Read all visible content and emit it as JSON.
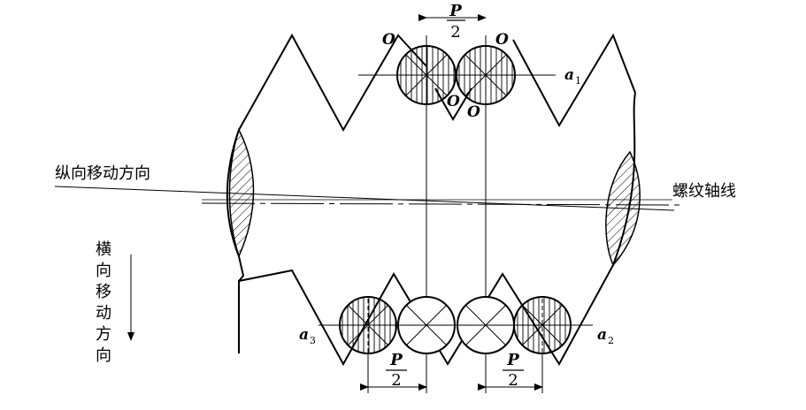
{
  "labels": {
    "longitudinal": "纵向移动方向",
    "thread_axis": "螺纹轴线",
    "transverse": [
      "横",
      "向",
      "移",
      "动",
      "方",
      "向"
    ],
    "p_top": "P",
    "two_top": "2",
    "p_bl": "P",
    "two_bl": "2",
    "p_br": "P",
    "two_br": "2",
    "o1": "O",
    "o2": "O",
    "o3": "O",
    "o4": "O",
    "a1": "a",
    "a1_sub": "1",
    "a2": "a",
    "a2_sub": "2",
    "a3": "a",
    "a3_sub": "3"
  },
  "colors": {
    "line": "#000000",
    "background": "#ffffff"
  }
}
